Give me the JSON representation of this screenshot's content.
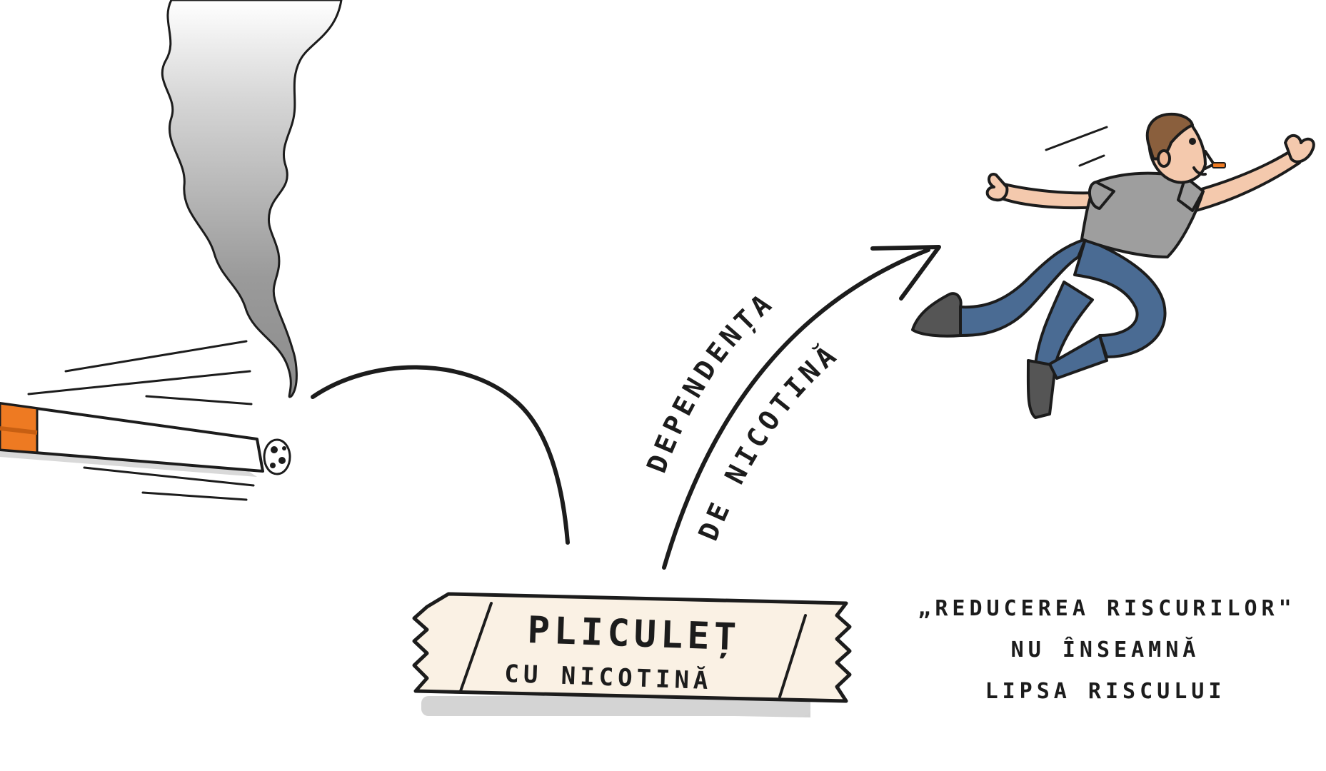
{
  "pouch": {
    "line1": "PLICULEȚ",
    "line2": "CU NICOTINĂ"
  },
  "arrow_label": {
    "line1": "DEPENDENȚA",
    "line2": "DE NICOTINĂ"
  },
  "caption": {
    "line1": "„REDUCEREA RISCURILOR\"",
    "line2": "NU ÎNSEAMNĂ",
    "line3": "LIPSA RISCULUI"
  },
  "colors": {
    "ink": "#1c1c1c",
    "cigarette_filter": "#ee7a22",
    "smoke": "#9a9a9a",
    "pouch_fill": "#faf1e4",
    "shirt": "#9e9e9e",
    "jeans": "#4a6b93",
    "skin": "#f4c9ad",
    "hair": "#8a5f3d"
  }
}
